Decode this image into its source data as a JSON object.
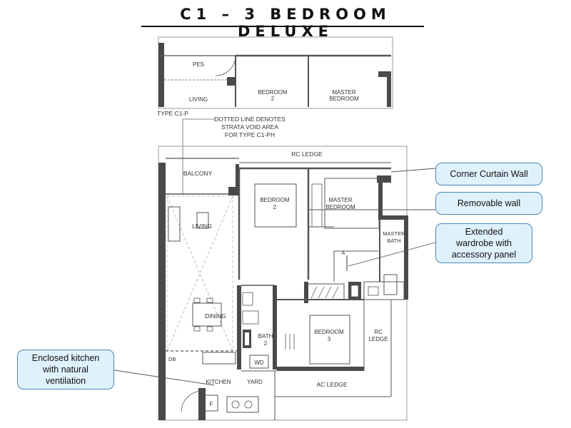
{
  "title": "C1 – 3 BEDROOM DELUXE",
  "top_plan": {
    "rooms": {
      "pes": "PES",
      "living": "LIVING",
      "bedroom2_a": "BEDROOM",
      "bedroom2_b": "2",
      "master_a": "MASTER",
      "master_b": "BEDROOM"
    },
    "type_label": "TYPE C1-P"
  },
  "note": {
    "line1": "DOTTED LINE DENOTES",
    "line2": "STRATA VOID AREA",
    "line3": "FOR TYPE C1-PH"
  },
  "main_plan": {
    "rc_ledge_top": "RC LEDGE",
    "balcony": "BALCONY",
    "living": "LIVING",
    "bedroom2_a": "BEDROOM",
    "bedroom2_b": "2",
    "master_a": "MASTER",
    "master_b": "BEDROOM",
    "master_bath_a": "MASTER",
    "master_bath_b": "BATH",
    "dining": "DINING",
    "bath2_a": "BATH",
    "bath2_b": "2",
    "bedroom3_a": "BEDROOM",
    "bedroom3_b": "3",
    "rc_ledge_side_a": "RC",
    "rc_ledge_side_b": "LEDGE",
    "db": "DB",
    "wd": "WD",
    "kitchen": "KITCHEN",
    "yard": "YARD",
    "ac_ledge": "AC LEDGE",
    "fridge": "F",
    "wardrobe_a": "A"
  },
  "callouts": {
    "corner_curtain_wall": "Corner Curtain Wall",
    "removable_wall": "Removable wall",
    "extended_wardrobe": "Extended\nwardrobe with\naccessory panel",
    "enclosed_kitchen": "Enclosed kitchen\nwith natural\nventilation"
  },
  "colors": {
    "wall": "#4a4a4a",
    "callout_fill": "#dff1fb",
    "callout_border": "#4a86b8"
  }
}
